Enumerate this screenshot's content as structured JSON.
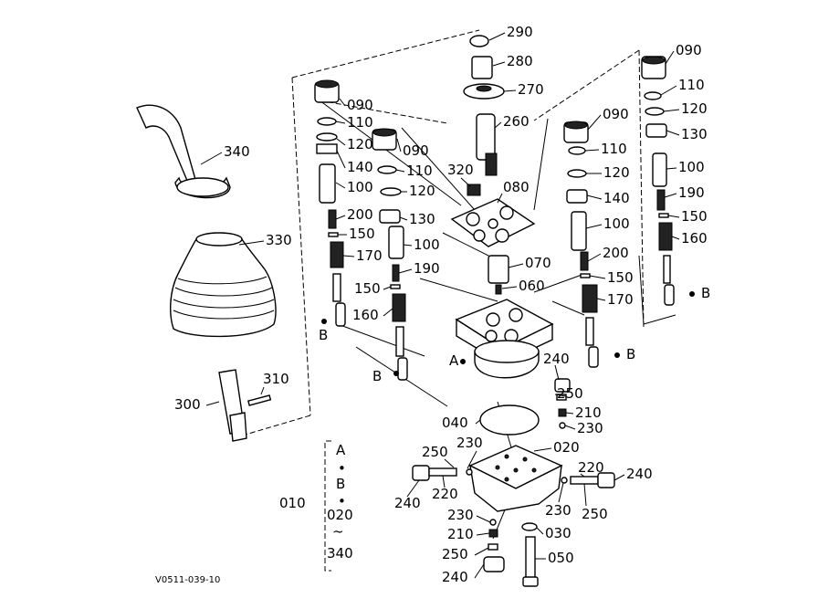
{
  "figure_code": "V0511-039-10",
  "callouts": [
    {
      "id": "c290",
      "text": "290"
    },
    {
      "id": "c280",
      "text": "280"
    },
    {
      "id": "c270",
      "text": "270"
    },
    {
      "id": "c260",
      "text": "260"
    },
    {
      "id": "c320",
      "text": "320"
    },
    {
      "id": "c080",
      "text": "080"
    },
    {
      "id": "c070",
      "text": "070"
    },
    {
      "id": "c060",
      "text": "060"
    },
    {
      "id": "c340",
      "text": "340"
    },
    {
      "id": "c330",
      "text": "330"
    },
    {
      "id": "c310",
      "text": "310"
    },
    {
      "id": "c300",
      "text": "300"
    },
    {
      "id": "cl090",
      "text": "090"
    },
    {
      "id": "cl110",
      "text": "110"
    },
    {
      "id": "cl120",
      "text": "120"
    },
    {
      "id": "cl140",
      "text": "140"
    },
    {
      "id": "cl100",
      "text": "100"
    },
    {
      "id": "cl200",
      "text": "200"
    },
    {
      "id": "cl150",
      "text": "150"
    },
    {
      "id": "cl170",
      "text": "170"
    },
    {
      "id": "cm090",
      "text": "090"
    },
    {
      "id": "cm110",
      "text": "110"
    },
    {
      "id": "cm120",
      "text": "120"
    },
    {
      "id": "cm130",
      "text": "130"
    },
    {
      "id": "cm100",
      "text": "100"
    },
    {
      "id": "cm190",
      "text": "190"
    },
    {
      "id": "cm150",
      "text": "150"
    },
    {
      "id": "cm160",
      "text": "160"
    },
    {
      "id": "cr090",
      "text": "090"
    },
    {
      "id": "cr110",
      "text": "110"
    },
    {
      "id": "cr120",
      "text": "120"
    },
    {
      "id": "cr140",
      "text": "140"
    },
    {
      "id": "cr100",
      "text": "100"
    },
    {
      "id": "cr200",
      "text": "200"
    },
    {
      "id": "cr150",
      "text": "150"
    },
    {
      "id": "cr170",
      "text": "170"
    },
    {
      "id": "cf090",
      "text": "090"
    },
    {
      "id": "cf110",
      "text": "110"
    },
    {
      "id": "cf120",
      "text": "120"
    },
    {
      "id": "cf130",
      "text": "130"
    },
    {
      "id": "cf100",
      "text": "100"
    },
    {
      "id": "cf190",
      "text": "190"
    },
    {
      "id": "cf150",
      "text": "150"
    },
    {
      "id": "cf160",
      "text": "160"
    },
    {
      "id": "c240a",
      "text": "240"
    },
    {
      "id": "c250a",
      "text": "250"
    },
    {
      "id": "c210a",
      "text": "210"
    },
    {
      "id": "c230a",
      "text": "230"
    },
    {
      "id": "c040",
      "text": "040"
    },
    {
      "id": "c020",
      "text": "020"
    },
    {
      "id": "c250b",
      "text": "250"
    },
    {
      "id": "c230b",
      "text": "230"
    },
    {
      "id": "c240b",
      "text": "240"
    },
    {
      "id": "c220b",
      "text": "220"
    },
    {
      "id": "c220c",
      "text": "220"
    },
    {
      "id": "c240c",
      "text": "240"
    },
    {
      "id": "c230c",
      "text": "230"
    },
    {
      "id": "c250c",
      "text": "250"
    },
    {
      "id": "c230d",
      "text": "230"
    },
    {
      "id": "c210d",
      "text": "210"
    },
    {
      "id": "c250d",
      "text": "250"
    },
    {
      "id": "c240d",
      "text": "240"
    },
    {
      "id": "c030",
      "text": "030"
    },
    {
      "id": "c050",
      "text": "050"
    },
    {
      "id": "c010",
      "text": "010"
    }
  ],
  "ref_marks": [
    {
      "id": "refA",
      "text": "A"
    },
    {
      "id": "refB1",
      "text": "B"
    },
    {
      "id": "refB2",
      "text": "B"
    },
    {
      "id": "refB3",
      "text": "B"
    },
    {
      "id": "refB4",
      "text": "B"
    }
  ],
  "assembly_key": [
    "A",
    "•",
    "B",
    "•",
    "020",
    "~",
    "340"
  ]
}
